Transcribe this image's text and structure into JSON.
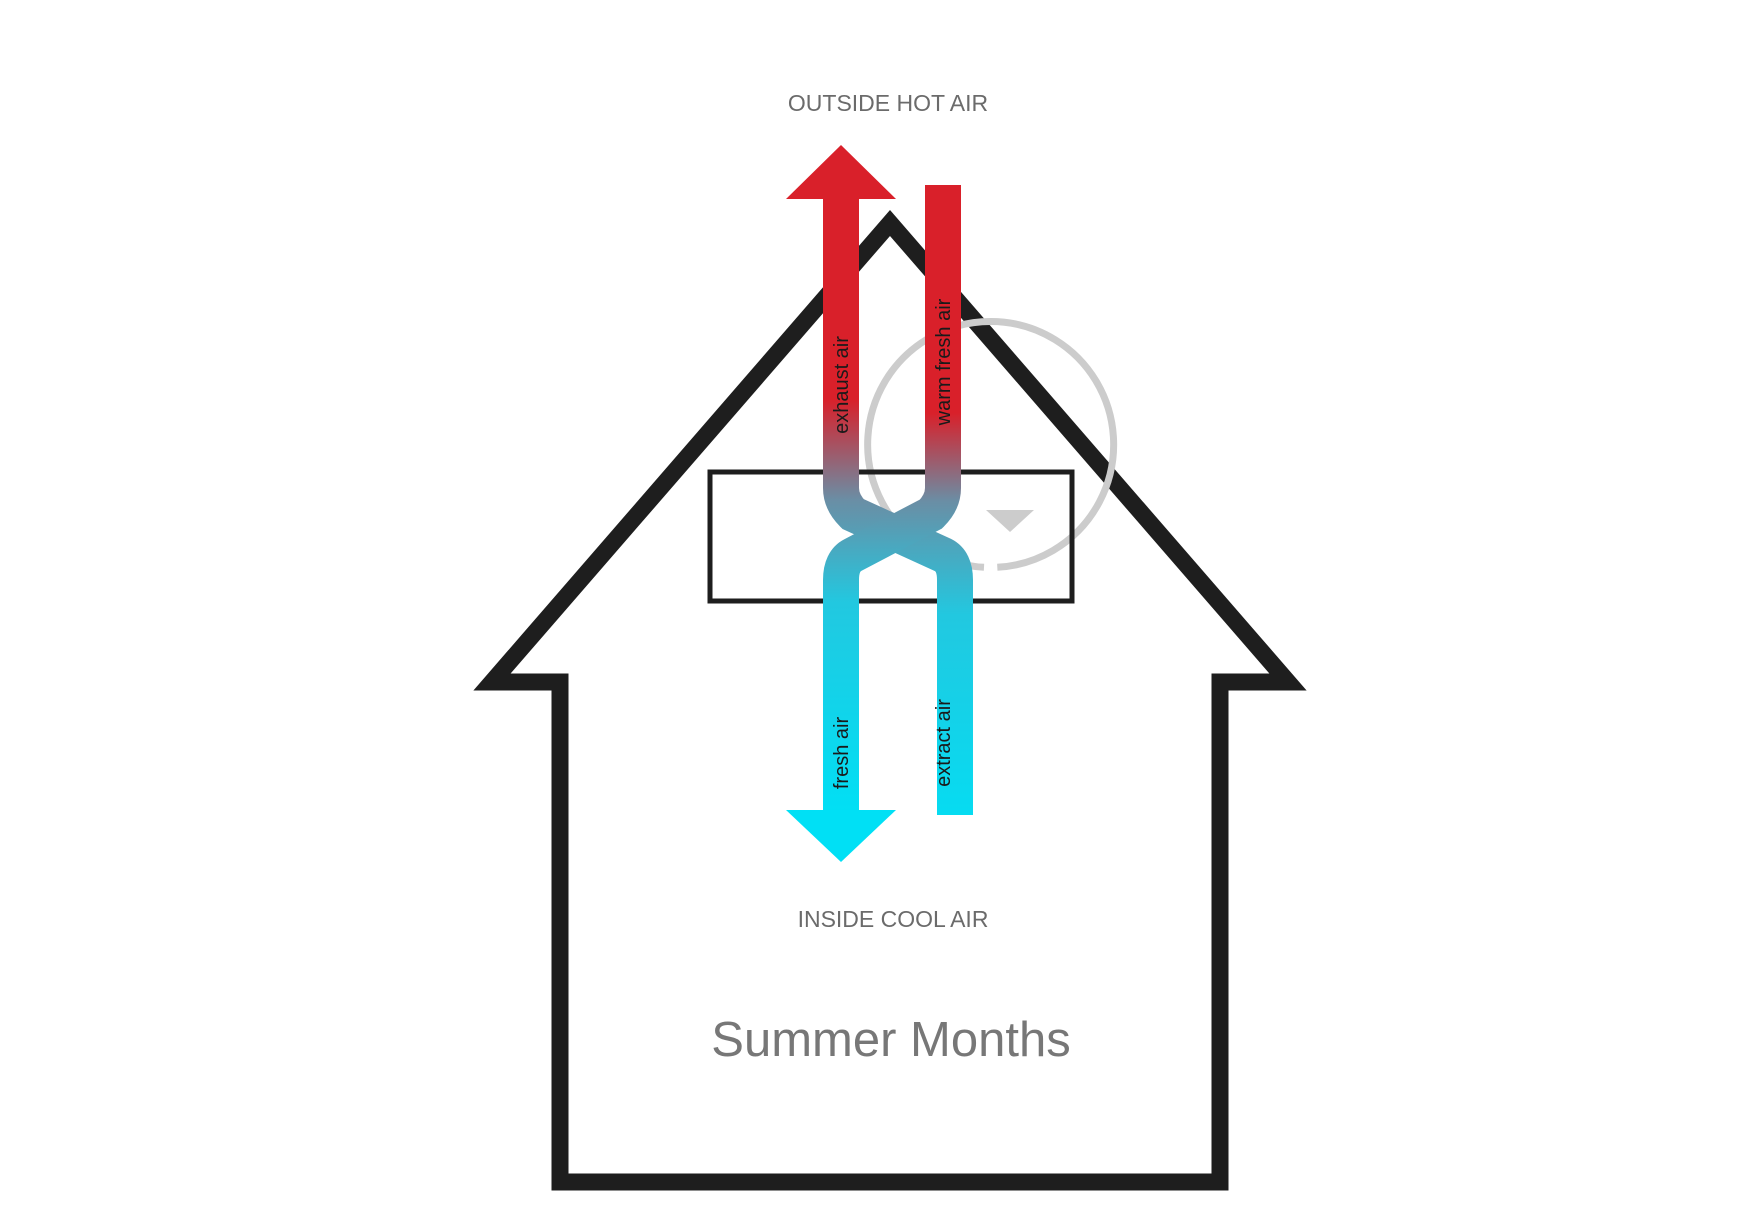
{
  "diagram": {
    "top_label": "OUTSIDE HOT AIR",
    "bottom_label": "INSIDE COOL AIR",
    "title": "Summer Months",
    "flows": {
      "exhaust": "exhaust air",
      "warm_fresh": "warm fresh air",
      "fresh": "fresh air",
      "extract": "extract air"
    },
    "colors": {
      "hot": "#d9202a",
      "cool": "#00e0f5",
      "mix": "#6a8ea5",
      "outline": "#1e1e1e",
      "rotation_arrow": "#cccccc"
    }
  }
}
